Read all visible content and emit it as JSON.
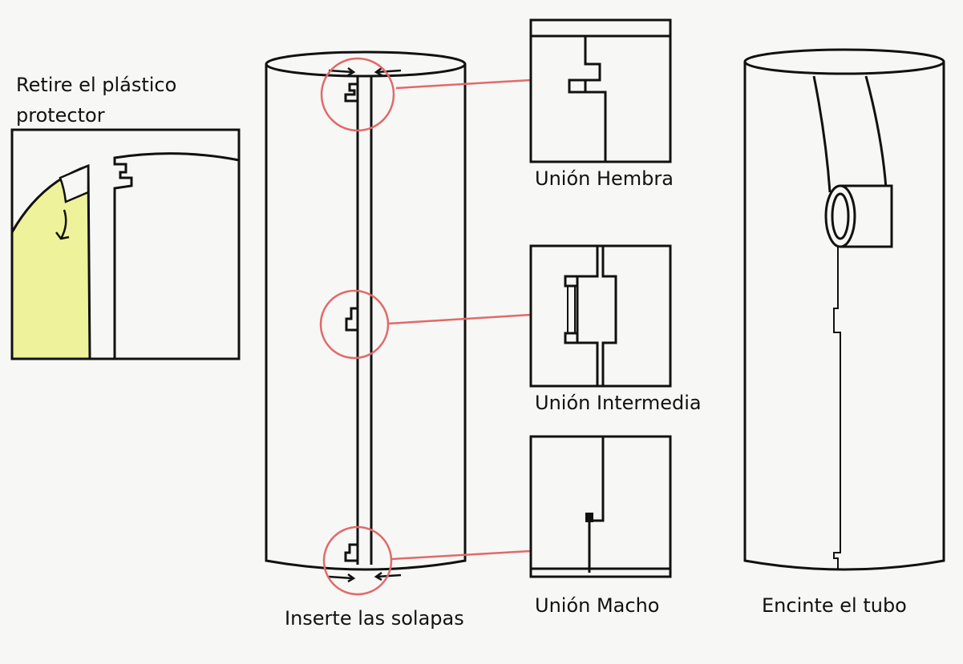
{
  "step1": {
    "title_line1": "Retire el plástico",
    "title_line2": "protector"
  },
  "step2": {
    "caption": "Inserte las solapas"
  },
  "joints": [
    {
      "label": "Unión Hembra"
    },
    {
      "label": "Unión Intermedia"
    },
    {
      "label": "Unión Macho"
    }
  ],
  "step3": {
    "caption": "Encinte el tubo"
  },
  "colors": {
    "stroke": "#111111",
    "highlight": "#e06a6a",
    "film": "#eef29a",
    "background": "#f7f7f5"
  }
}
